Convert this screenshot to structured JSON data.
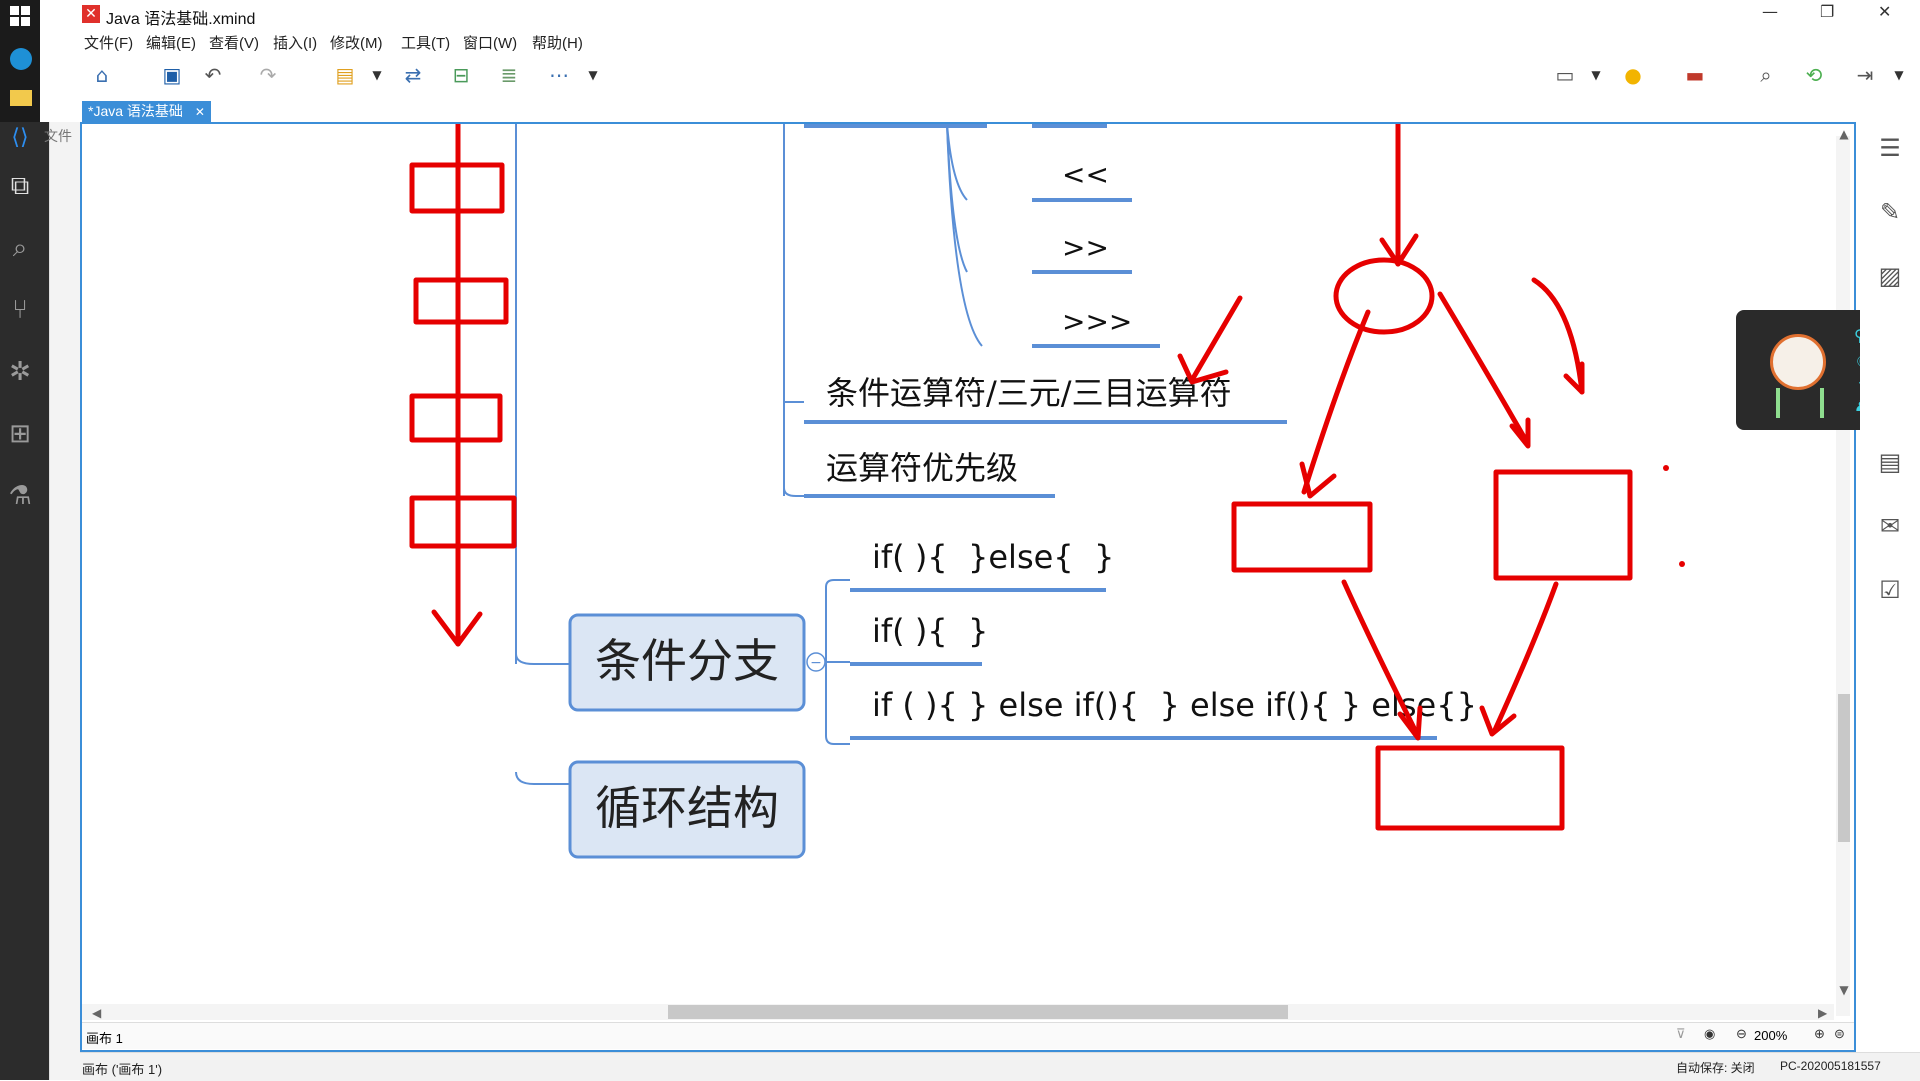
{
  "window": {
    "title": "Java 语法基础.xmind",
    "controls": {
      "minimize": "—",
      "restore": "❐",
      "close": "✕"
    }
  },
  "menu": [
    {
      "label": "文件(F)"
    },
    {
      "label": "编辑(E)"
    },
    {
      "label": "查看(V)"
    },
    {
      "label": "插入(I)"
    },
    {
      "label": "修改(M)"
    },
    {
      "label": "工具(T)"
    },
    {
      "label": "窗口(W)"
    },
    {
      "label": "帮助(H)"
    }
  ],
  "tab": {
    "label": "*Java 语法基础",
    "close": "✕"
  },
  "vscode": {
    "explorer_label": "文件"
  },
  "mindmap": {
    "operators": [
      "<<",
      ">>",
      ">>>"
    ],
    "ternary": "条件运算符/三元/三目运算符",
    "precedence": "运算符优先级",
    "branch_topic": "条件分支",
    "branch_children": [
      "if( ){  }else{  }",
      "if( ){  }",
      "if ( ){ } else if(){  } else if(){ } else{}"
    ],
    "loop_topic": "循环结构",
    "collapse_symbol": "−"
  },
  "statusbar": {
    "sheet_tab": "画布 1",
    "canvas_info": "画布 ('画布 1')",
    "zoom": "200%",
    "autosave": "自动保存: 关闭",
    "computer": "PC-202005181557"
  },
  "colors": {
    "accent": "#3b8ed8",
    "annotation": "#e60000",
    "topic_fill": "#dbe6f4",
    "topic_border": "#5b8fd6"
  }
}
